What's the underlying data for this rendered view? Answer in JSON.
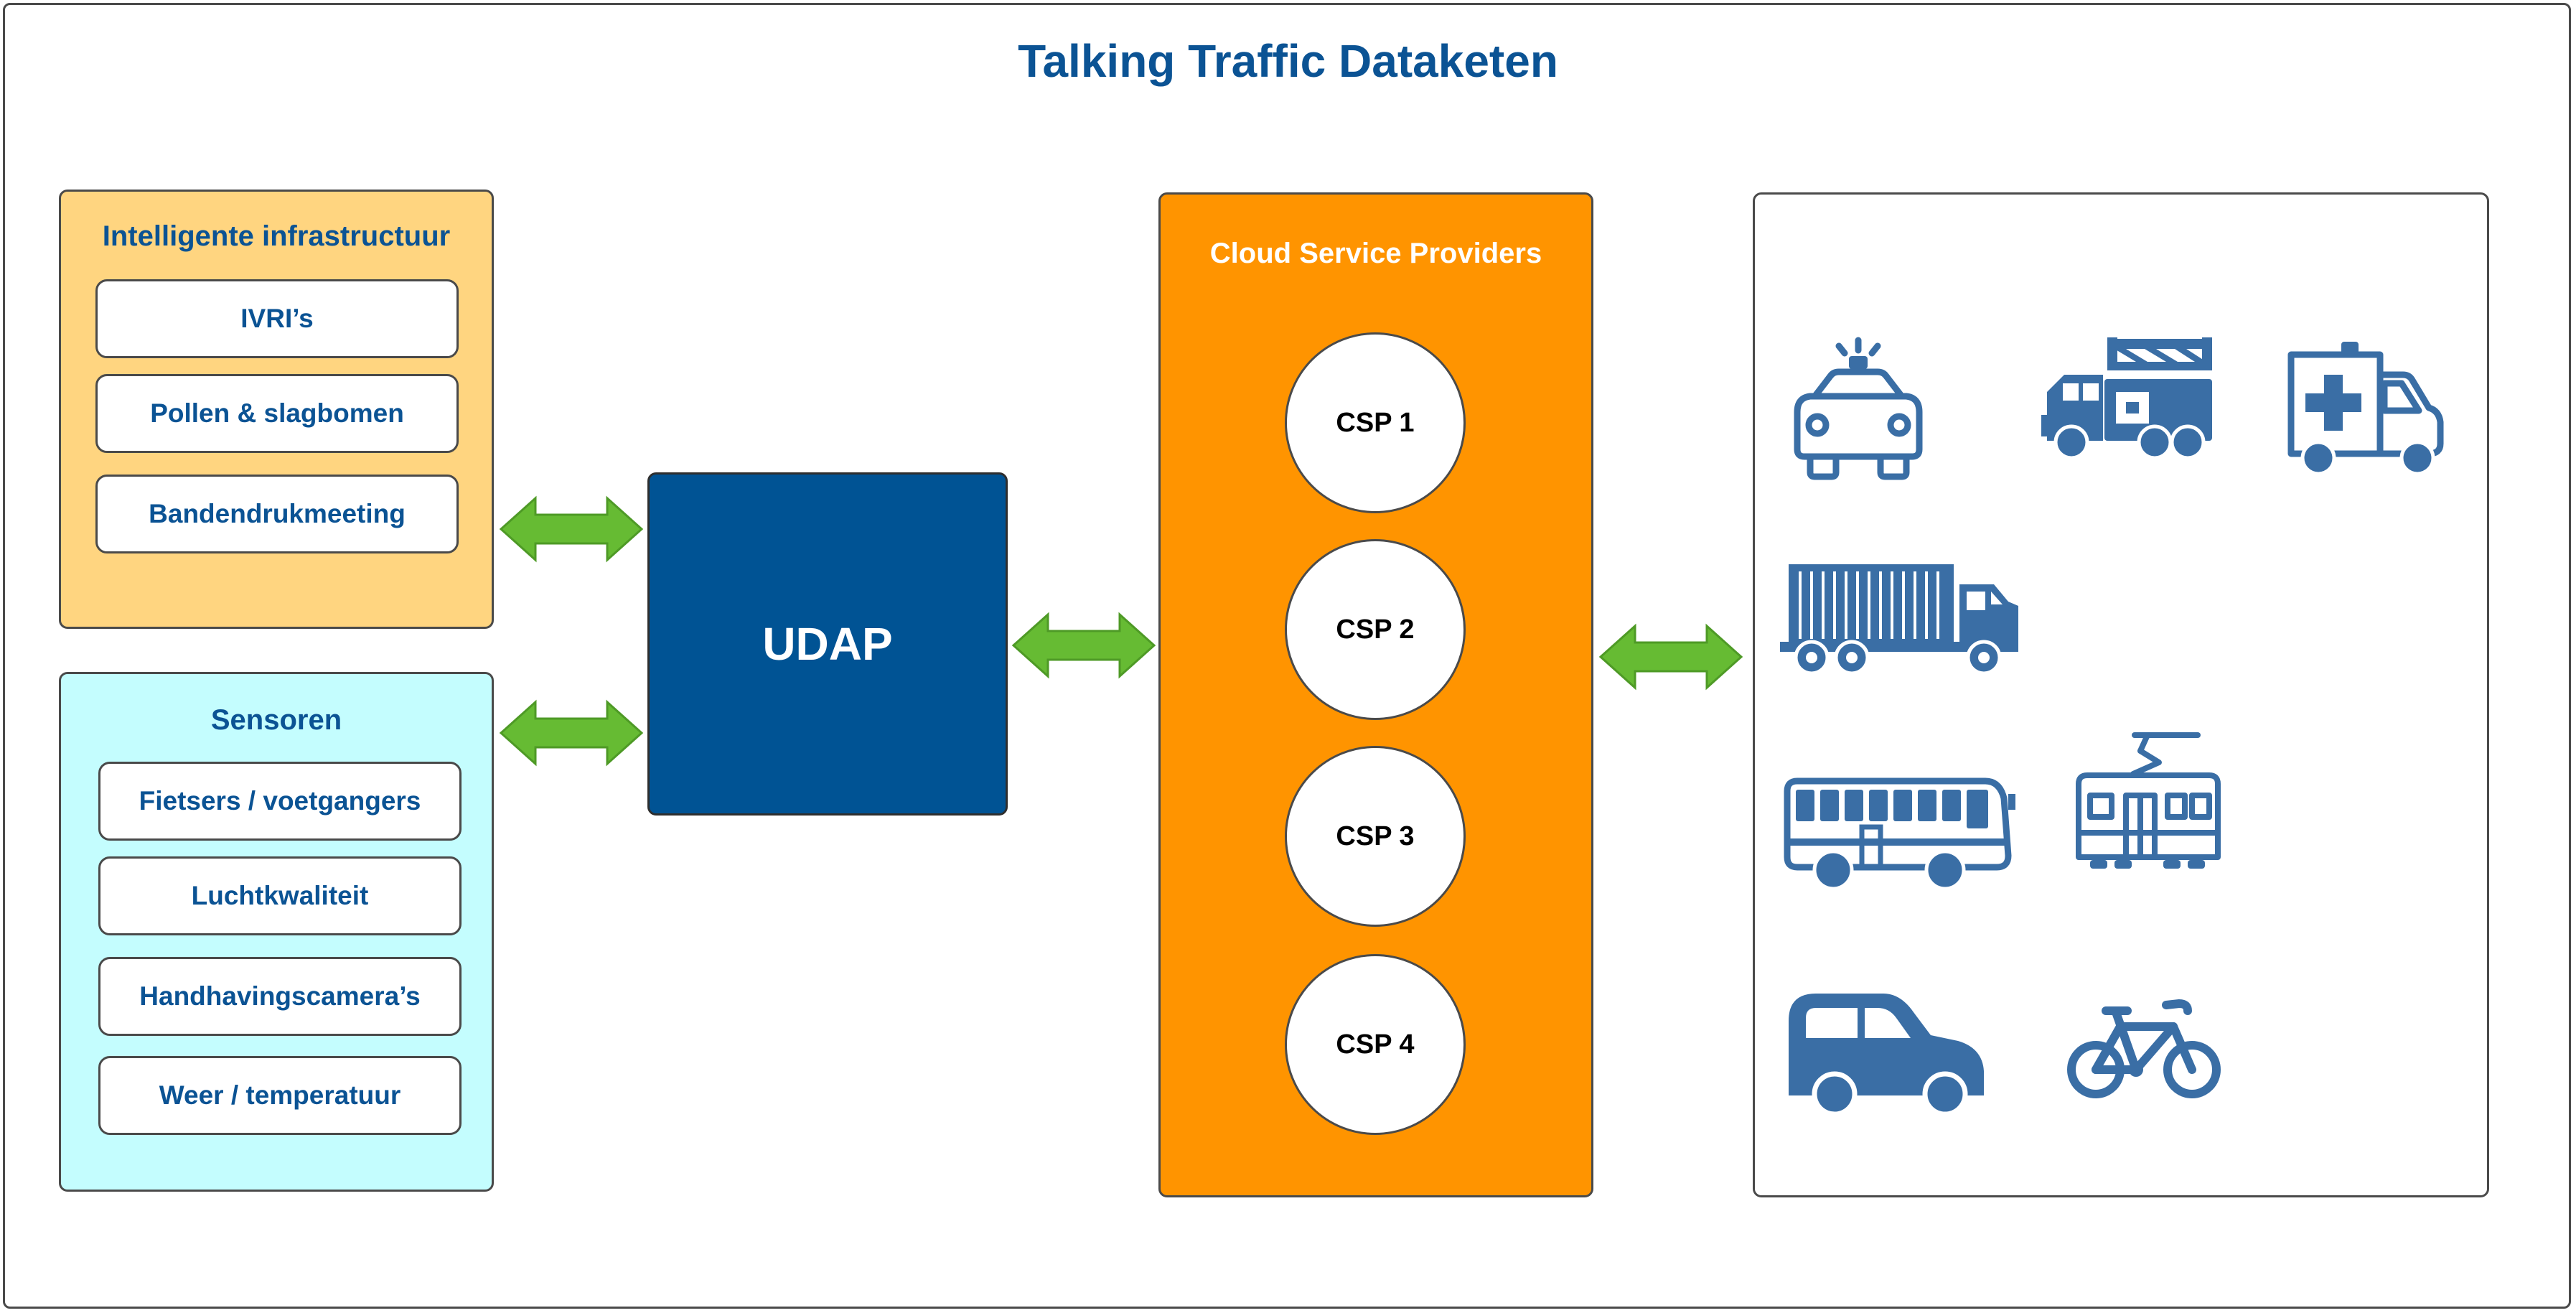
{
  "title": "Talking Traffic Dataketen",
  "infra": {
    "title": "Intelligente infrastructuur",
    "items": [
      "IVRI’s",
      "Pollen & slagbomen",
      "Bandendrukmeeting"
    ]
  },
  "sensoren": {
    "title": "Sensoren",
    "items": [
      "Fietsers / voetgangers",
      "Luchtkwaliteit",
      "Handhavingscamera’s",
      "Weer / temperatuur"
    ]
  },
  "udap": {
    "label": "UDAP"
  },
  "cloud": {
    "title": "Cloud Service Providers",
    "items": [
      "CSP 1",
      "CSP 2",
      "CSP 3",
      "CSP 4"
    ]
  },
  "vehicles": [
    "police-car-icon",
    "fire-truck-icon",
    "ambulance-icon",
    "container-truck-icon",
    "bus-icon",
    "tram-icon",
    "car-icon",
    "bicycle-icon"
  ],
  "colors": {
    "title": "#0b5394",
    "infra_bg": "#ffd580",
    "sensor_bg": "#c4fdfe",
    "udap_bg": "#005394",
    "cloud_bg": "#ff9400",
    "arrow": "#66bb33",
    "vehicle": "#3a6ea5"
  }
}
